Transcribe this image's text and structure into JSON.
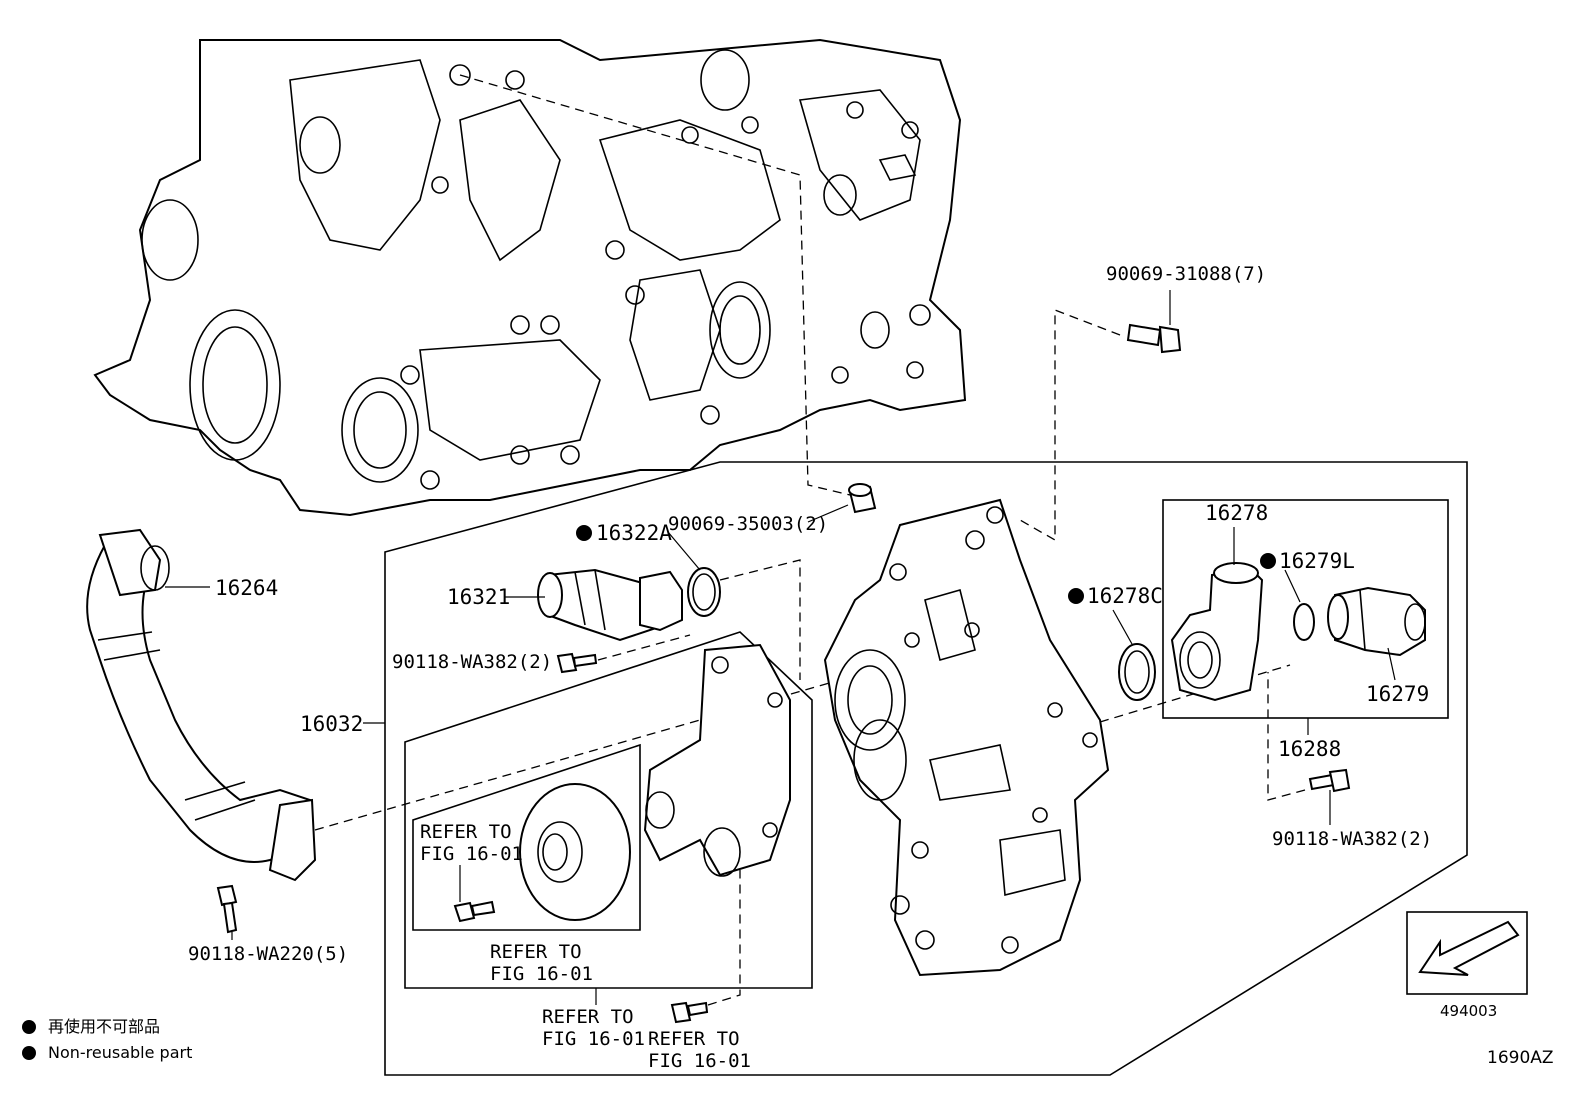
{
  "labels": {
    "p16264": "16264",
    "p90118_wa220": "90118-WA220(5)",
    "p16032": "16032",
    "p16321": "16321",
    "p90118_wa382_left": "90118-WA382(2)",
    "p16322a": "16322A",
    "p90069_35003": "90069-35003(2)",
    "p90069_31088": "90069-31088(7)",
    "p16278c": "16278C",
    "p16278": "16278",
    "p16279l": "16279L",
    "p16279": "16279",
    "p16288": "16288",
    "p90118_wa382_right": "90118-WA382(2)",
    "refer_a_1": "REFER TO",
    "refer_a_2": "FIG 16-01",
    "refer_b_1": "REFER TO",
    "refer_b_2": "FIG 16-01",
    "refer_c_1": "REFER TO",
    "refer_c_2": "FIG 16-01",
    "refer_d_1": "REFER TO",
    "refer_d_2": "FIG 16-01",
    "view_code": "494003",
    "figure_code": "1690AZ"
  },
  "legend": {
    "jp": "再使用不可部品",
    "en": "Non-reusable part"
  }
}
